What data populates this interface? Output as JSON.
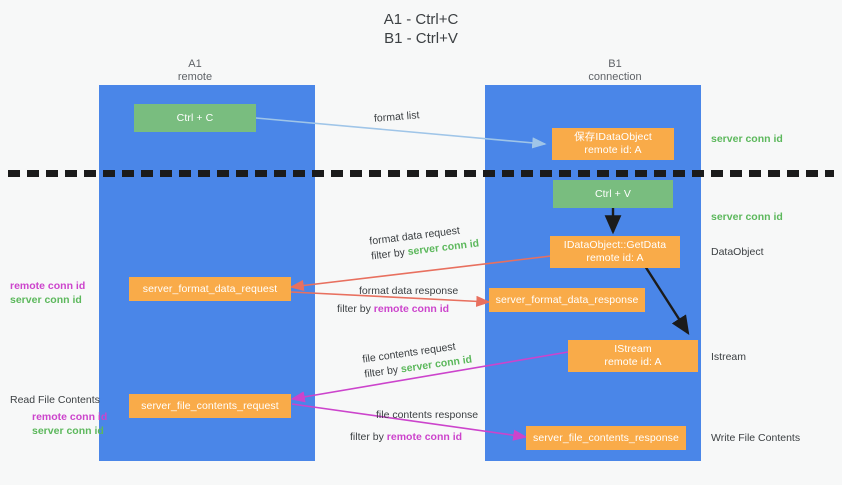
{
  "diagram": {
    "title": "A1 - Ctrl+C\nB1 - Ctrl+V",
    "colors": {
      "lane": "#4a86e8",
      "node_orange": "#f9ab49",
      "node_green": "#79bd7f",
      "server_conn_id": "#5cb85c",
      "remote_conn_id": "#cc44cc",
      "arrow_blue": "#9fc5e8",
      "arrow_red": "#e8705f",
      "arrow_magenta": "#cc44cc",
      "arrow_black": "#1b1b1b",
      "background": "#f7f8f8"
    },
    "columns": [
      {
        "id": "a1",
        "title": "A1\nremote"
      },
      {
        "id": "b1",
        "title": "B1\nconnection"
      }
    ],
    "nodes": [
      {
        "id": "ctrl-c",
        "label": "Ctrl + C",
        "style": "green"
      },
      {
        "id": "save-idataobject",
        "label": "保存IDataObject\nremote id: A",
        "style": "orange"
      },
      {
        "id": "ctrl-v",
        "label": "Ctrl + V",
        "style": "green"
      },
      {
        "id": "idataobject-getdata",
        "label": "IDataObject::GetData\nremote id: A",
        "style": "orange"
      },
      {
        "id": "server-format-data-request",
        "label": "server_format_data_request",
        "style": "orange"
      },
      {
        "id": "server-format-data-response",
        "label": "server_format_data_response",
        "style": "orange"
      },
      {
        "id": "istream",
        "label": "IStream\nremote id: A",
        "style": "orange"
      },
      {
        "id": "server-file-contents-request",
        "label": "server_file_contents_request",
        "style": "orange"
      },
      {
        "id": "server-file-contents-response",
        "label": "server_file_contents_response",
        "style": "orange"
      }
    ],
    "edge_labels": [
      {
        "id": "format-list",
        "text": "format list",
        "filter_prefix": "",
        "filter_value": ""
      },
      {
        "id": "format-data-request",
        "text": "format data request",
        "filter_prefix": "filter by",
        "filter_value": "server conn id",
        "filter_color": "green"
      },
      {
        "id": "format-data-response",
        "text": "format data response",
        "filter_prefix": "filter by",
        "filter_value": "remote conn id",
        "filter_color": "purple"
      },
      {
        "id": "file-contents-request",
        "text": "file contents request",
        "filter_prefix": "filter by",
        "filter_value": "server conn id",
        "filter_color": "green"
      },
      {
        "id": "file-contents-response",
        "text": "file contents response",
        "filter_prefix": "filter by",
        "filter_value": "remote conn id",
        "filter_color": "purple"
      }
    ],
    "left_notes": [
      {
        "id": "left-conn-ids",
        "remote": "remote conn id",
        "server": "server conn id"
      },
      {
        "id": "read-file-contents",
        "heading": "Read File Contents",
        "remote": "remote conn id",
        "server": "server conn id"
      }
    ],
    "right_notes": [
      {
        "id": "right-server-conn-id-top",
        "text": "server conn id",
        "style": "green"
      },
      {
        "id": "right-server-conn-id-second",
        "text": "server conn id",
        "style": "green"
      },
      {
        "id": "right-dataobject",
        "text": "DataObject",
        "style": "plain"
      },
      {
        "id": "right-istream",
        "text": "Istream",
        "style": "plain"
      },
      {
        "id": "right-write-file-contents",
        "text": "Write File Contents",
        "style": "plain"
      }
    ]
  }
}
